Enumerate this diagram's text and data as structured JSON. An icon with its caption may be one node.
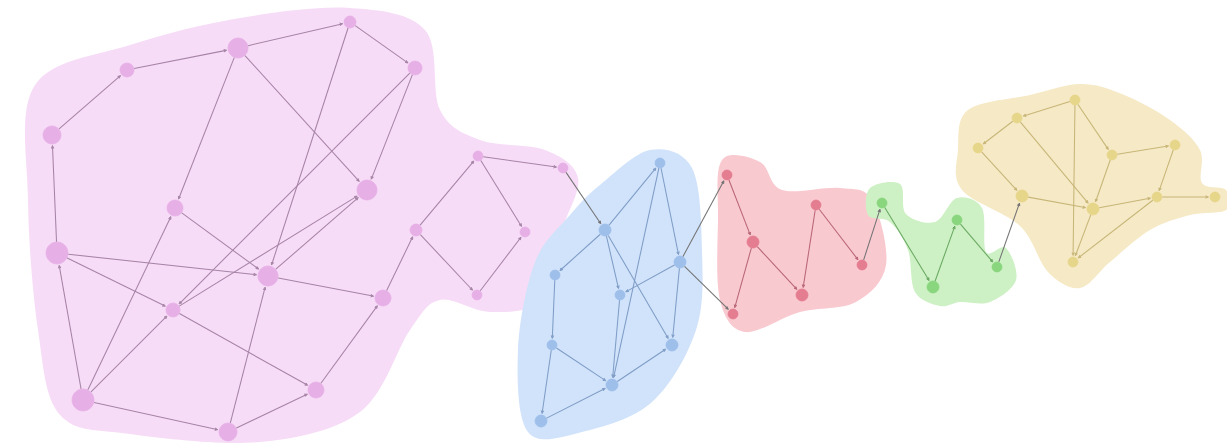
{
  "diagram": {
    "nodes": [
      {
        "text": [],
        "shape": "cloud"
      },
      {
        "text": [],
        "shape": "circle",
        "in": 0
      },
      {
        "text": [],
        "shape": "circle",
        "in": 0
      },
      {
        "text": [],
        "shape": "circle",
        "in": 0
      },
      {
        "text": [],
        "shape": "circle",
        "in": 0
      },
      {
        "text": [],
        "shape": "circle",
        "in": 0
      },
      {
        "text": [],
        "shape": "circle",
        "in": 0
      },
      {
        "text": [],
        "shape": "circle",
        "in": 0
      },
      {
        "text": [],
        "shape": "circle",
        "in": 0
      },
      {
        "text": [],
        "shape": "circle",
        "in": 0
      },
      {
        "text": [],
        "shape": "circle",
        "in": 0
      },
      {
        "text": [],
        "shape": "circle",
        "in": 0
      },
      {
        "text": [],
        "shape": "circle",
        "in": 0
      },
      {
        "text": [],
        "shape": "circle",
        "in": 0
      },
      {
        "text": [],
        "shape": "circle",
        "in": 0
      },
      {
        "text": [],
        "shape": "circle",
        "in": 0
      },
      {
        "text": [],
        "shape": "circle",
        "in": 0
      },
      {
        "text": [],
        "shape": "circle",
        "in": 0
      },
      {
        "text": [],
        "shape": "circle",
        "in": 0
      },
      {
        "text": [],
        "shape": "circle",
        "in": 0
      },
      {
        "text": [],
        "shape": "cloud"
      },
      {
        "text": [],
        "shape": "circle",
        "in": 20
      },
      {
        "text": [],
        "shape": "circle",
        "in": 20
      },
      {
        "text": [],
        "shape": "circle",
        "in": 20
      },
      {
        "text": [],
        "shape": "circle",
        "in": 20
      },
      {
        "text": [],
        "shape": "circle",
        "in": 20
      },
      {
        "text": [],
        "shape": "circle",
        "in": 20
      },
      {
        "text": [],
        "shape": "circle",
        "in": 20
      },
      {
        "text": [],
        "shape": "circle",
        "in": 20
      },
      {
        "text": [],
        "shape": "circle",
        "in": 20
      },
      {
        "text": [],
        "shape": "cloud"
      },
      {
        "text": [],
        "shape": "circle",
        "in": 30
      },
      {
        "text": [],
        "shape": "circle",
        "in": 30
      },
      {
        "text": [],
        "shape": "circle",
        "in": 30
      },
      {
        "text": [],
        "shape": "circle",
        "in": 30
      },
      {
        "text": [],
        "shape": "circle",
        "in": 30
      },
      {
        "text": [],
        "shape": "circle",
        "in": 30
      },
      {
        "text": [],
        "shape": "cloud"
      },
      {
        "text": [],
        "shape": "circle",
        "in": 37
      },
      {
        "text": [],
        "shape": "circle",
        "in": 37
      },
      {
        "text": [],
        "shape": "circle",
        "in": 37
      },
      {
        "text": [],
        "shape": "circle",
        "in": 37
      },
      {
        "text": [],
        "shape": "cloud"
      },
      {
        "text": [],
        "shape": "circle",
        "in": 42
      },
      {
        "text": [],
        "shape": "circle",
        "in": 42
      },
      {
        "text": [],
        "shape": "circle",
        "in": 42
      },
      {
        "text": [],
        "shape": "circle",
        "in": 42
      },
      {
        "text": [],
        "shape": "circle",
        "in": 42
      },
      {
        "text": [],
        "shape": "circle",
        "in": 42
      },
      {
        "text": [],
        "shape": "circle",
        "in": 42
      },
      {
        "text": [],
        "shape": "circle",
        "in": 42
      },
      {
        "text": [],
        "shape": "circle",
        "in": 42
      },
      {
        "text": [],
        "shape": "circle",
        "in": 42
      }
    ],
    "edges": [
      {
        "from": 5,
        "to": 1,
        "arrow": "to"
      },
      {
        "from": 1,
        "to": 2,
        "arrow": "to"
      },
      {
        "from": 2,
        "to": 3,
        "arrow": "to"
      },
      {
        "from": 3,
        "to": 4,
        "arrow": "to"
      },
      {
        "from": 2,
        "to": 6,
        "arrow": "to"
      },
      {
        "from": 2,
        "to": 7,
        "arrow": "to"
      },
      {
        "from": 4,
        "to": 7,
        "arrow": "to"
      },
      {
        "from": 4,
        "to": 10,
        "arrow": "to"
      },
      {
        "from": 3,
        "to": 9,
        "arrow": "to"
      },
      {
        "from": 13,
        "to": 9,
        "arrow": "to"
      },
      {
        "from": 8,
        "to": 5,
        "arrow": "to"
      },
      {
        "from": 12,
        "to": 8,
        "arrow": "to"
      },
      {
        "from": 8,
        "to": 9,
        "arrow": "to"
      },
      {
        "from": 8,
        "to": 10,
        "arrow": "to"
      },
      {
        "from": 10,
        "to": 14,
        "arrow": "to"
      },
      {
        "from": 12,
        "to": 6,
        "arrow": "to"
      },
      {
        "from": 12,
        "to": 10,
        "arrow": "to"
      },
      {
        "from": 12,
        "to": 13,
        "arrow": "to"
      },
      {
        "from": 13,
        "to": 14,
        "arrow": "to"
      },
      {
        "from": 14,
        "to": 11,
        "arrow": "to"
      },
      {
        "from": 11,
        "to": 17,
        "arrow": "to"
      },
      {
        "from": 17,
        "to": 15,
        "arrow": "to"
      },
      {
        "from": 15,
        "to": 16,
        "arrow": "to"
      },
      {
        "from": 15,
        "to": 18,
        "arrow": "to"
      },
      {
        "from": 17,
        "to": 19,
        "arrow": "to"
      },
      {
        "from": 19,
        "to": 18,
        "arrow": "to"
      },
      {
        "from": 6,
        "to": 9,
        "arrow": "to"
      },
      {
        "from": 9,
        "to": 11,
        "arrow": "to"
      },
      {
        "from": 10,
        "to": 7,
        "arrow": "to"
      },
      {
        "from": 9,
        "to": 7,
        "arrow": "to"
      },
      {
        "from": 16,
        "to": 22,
        "arrow": "to"
      },
      {
        "from": 22,
        "to": 21,
        "arrow": "to"
      },
      {
        "from": 22,
        "to": 23,
        "arrow": "to"
      },
      {
        "from": 22,
        "to": 24,
        "arrow": "to"
      },
      {
        "from": 22,
        "to": 27,
        "arrow": "to"
      },
      {
        "from": 21,
        "to": 25,
        "arrow": "to"
      },
      {
        "from": 21,
        "to": 28,
        "arrow": "to"
      },
      {
        "from": 25,
        "to": 24,
        "arrow": "to"
      },
      {
        "from": 25,
        "to": 27,
        "arrow": "to"
      },
      {
        "from": 23,
        "to": 26,
        "arrow": "to"
      },
      {
        "from": 26,
        "to": 29,
        "arrow": "to"
      },
      {
        "from": 26,
        "to": 28,
        "arrow": "to"
      },
      {
        "from": 24,
        "to": 28,
        "arrow": "to"
      },
      {
        "from": 29,
        "to": 28,
        "arrow": "to"
      },
      {
        "from": 28,
        "to": 27,
        "arrow": "to"
      },
      {
        "from": 25,
        "to": 31,
        "arrow": "to"
      },
      {
        "from": 25,
        "to": 36,
        "arrow": "to"
      },
      {
        "from": 31,
        "to": 32,
        "arrow": "to"
      },
      {
        "from": 32,
        "to": 35,
        "arrow": "to"
      },
      {
        "from": 32,
        "to": 36,
        "arrow": "to"
      },
      {
        "from": 33,
        "to": 35,
        "arrow": "to"
      },
      {
        "from": 33,
        "to": 34,
        "arrow": "to"
      },
      {
        "from": 34,
        "to": 38,
        "arrow": "to"
      },
      {
        "from": 38,
        "to": 40,
        "arrow": "to"
      },
      {
        "from": 40,
        "to": 39,
        "arrow": "to"
      },
      {
        "from": 39,
        "to": 41,
        "arrow": "to"
      },
      {
        "from": 41,
        "to": 48,
        "arrow": "to"
      },
      {
        "from": 43,
        "to": 44,
        "arrow": "to"
      },
      {
        "from": 44,
        "to": 45,
        "arrow": "to"
      },
      {
        "from": 44,
        "to": 49,
        "arrow": "to"
      },
      {
        "from": 43,
        "to": 46,
        "arrow": "to"
      },
      {
        "from": 43,
        "to": 52,
        "arrow": "to"
      },
      {
        "from": 45,
        "to": 48,
        "arrow": "to"
      },
      {
        "from": 48,
        "to": 49,
        "arrow": "to"
      },
      {
        "from": 46,
        "to": 49,
        "arrow": "to"
      },
      {
        "from": 46,
        "to": 47,
        "arrow": "to"
      },
      {
        "from": 47,
        "to": 50,
        "arrow": "to"
      },
      {
        "from": 50,
        "to": 51,
        "arrow": "to"
      },
      {
        "from": 49,
        "to": 52,
        "arrow": "to"
      },
      {
        "from": 50,
        "to": 52,
        "arrow": "to"
      },
      {
        "from": 49,
        "to": 50,
        "arrow": "to"
      }
    ]
  }
}
